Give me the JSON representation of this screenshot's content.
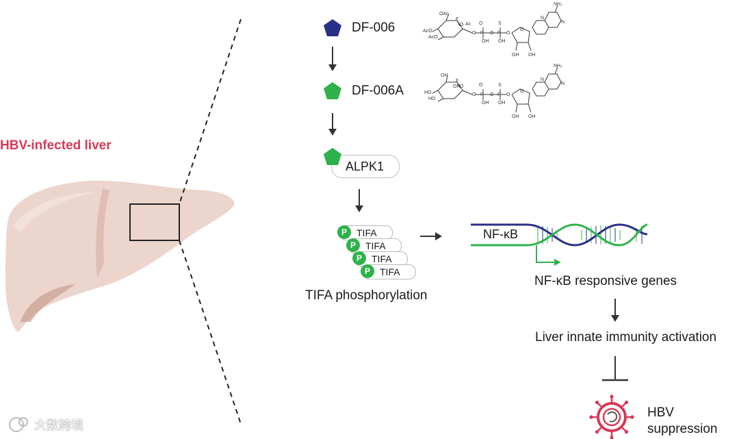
{
  "liver": {
    "label": "HBV-infected liver"
  },
  "pathway": {
    "df006": {
      "label": "DF-006",
      "color": "#2a2f86"
    },
    "df006a": {
      "label": "DF-006A",
      "color": "#2fb24a"
    },
    "alpk1": {
      "label": "ALPK1"
    },
    "tifa_labels": [
      "TIFA",
      "TIFA",
      "TIFA",
      "TIFA"
    ],
    "phospho_symbol": "P",
    "tifa_caption": "TIFA phosphorylation",
    "nfkb_label": "NF-κB",
    "genes_label": "NF-κB responsive genes",
    "immunity_label": "Liver innate immunity activation",
    "hbv_label_line1": "HBV",
    "hbv_label_line2": "suppression"
  },
  "chem_atoms": {
    "ac": "Ac",
    "oac": "OAc",
    "aco": "AcO",
    "f": "F",
    "o": "O",
    "oh": "OH",
    "ho": "HO",
    "s": "S",
    "p": "P",
    "n": "N",
    "nh2": "NH₂"
  },
  "colors": {
    "dna_blue": "#2a2f86",
    "dna_green": "#2fb24a",
    "liver_fill": "#ecd5cc",
    "liver_shadow": "#d9b3aa",
    "hbv_red": "#d63a56",
    "label_red": "#d63a56"
  },
  "watermark": {
    "text": "大数跨境"
  }
}
